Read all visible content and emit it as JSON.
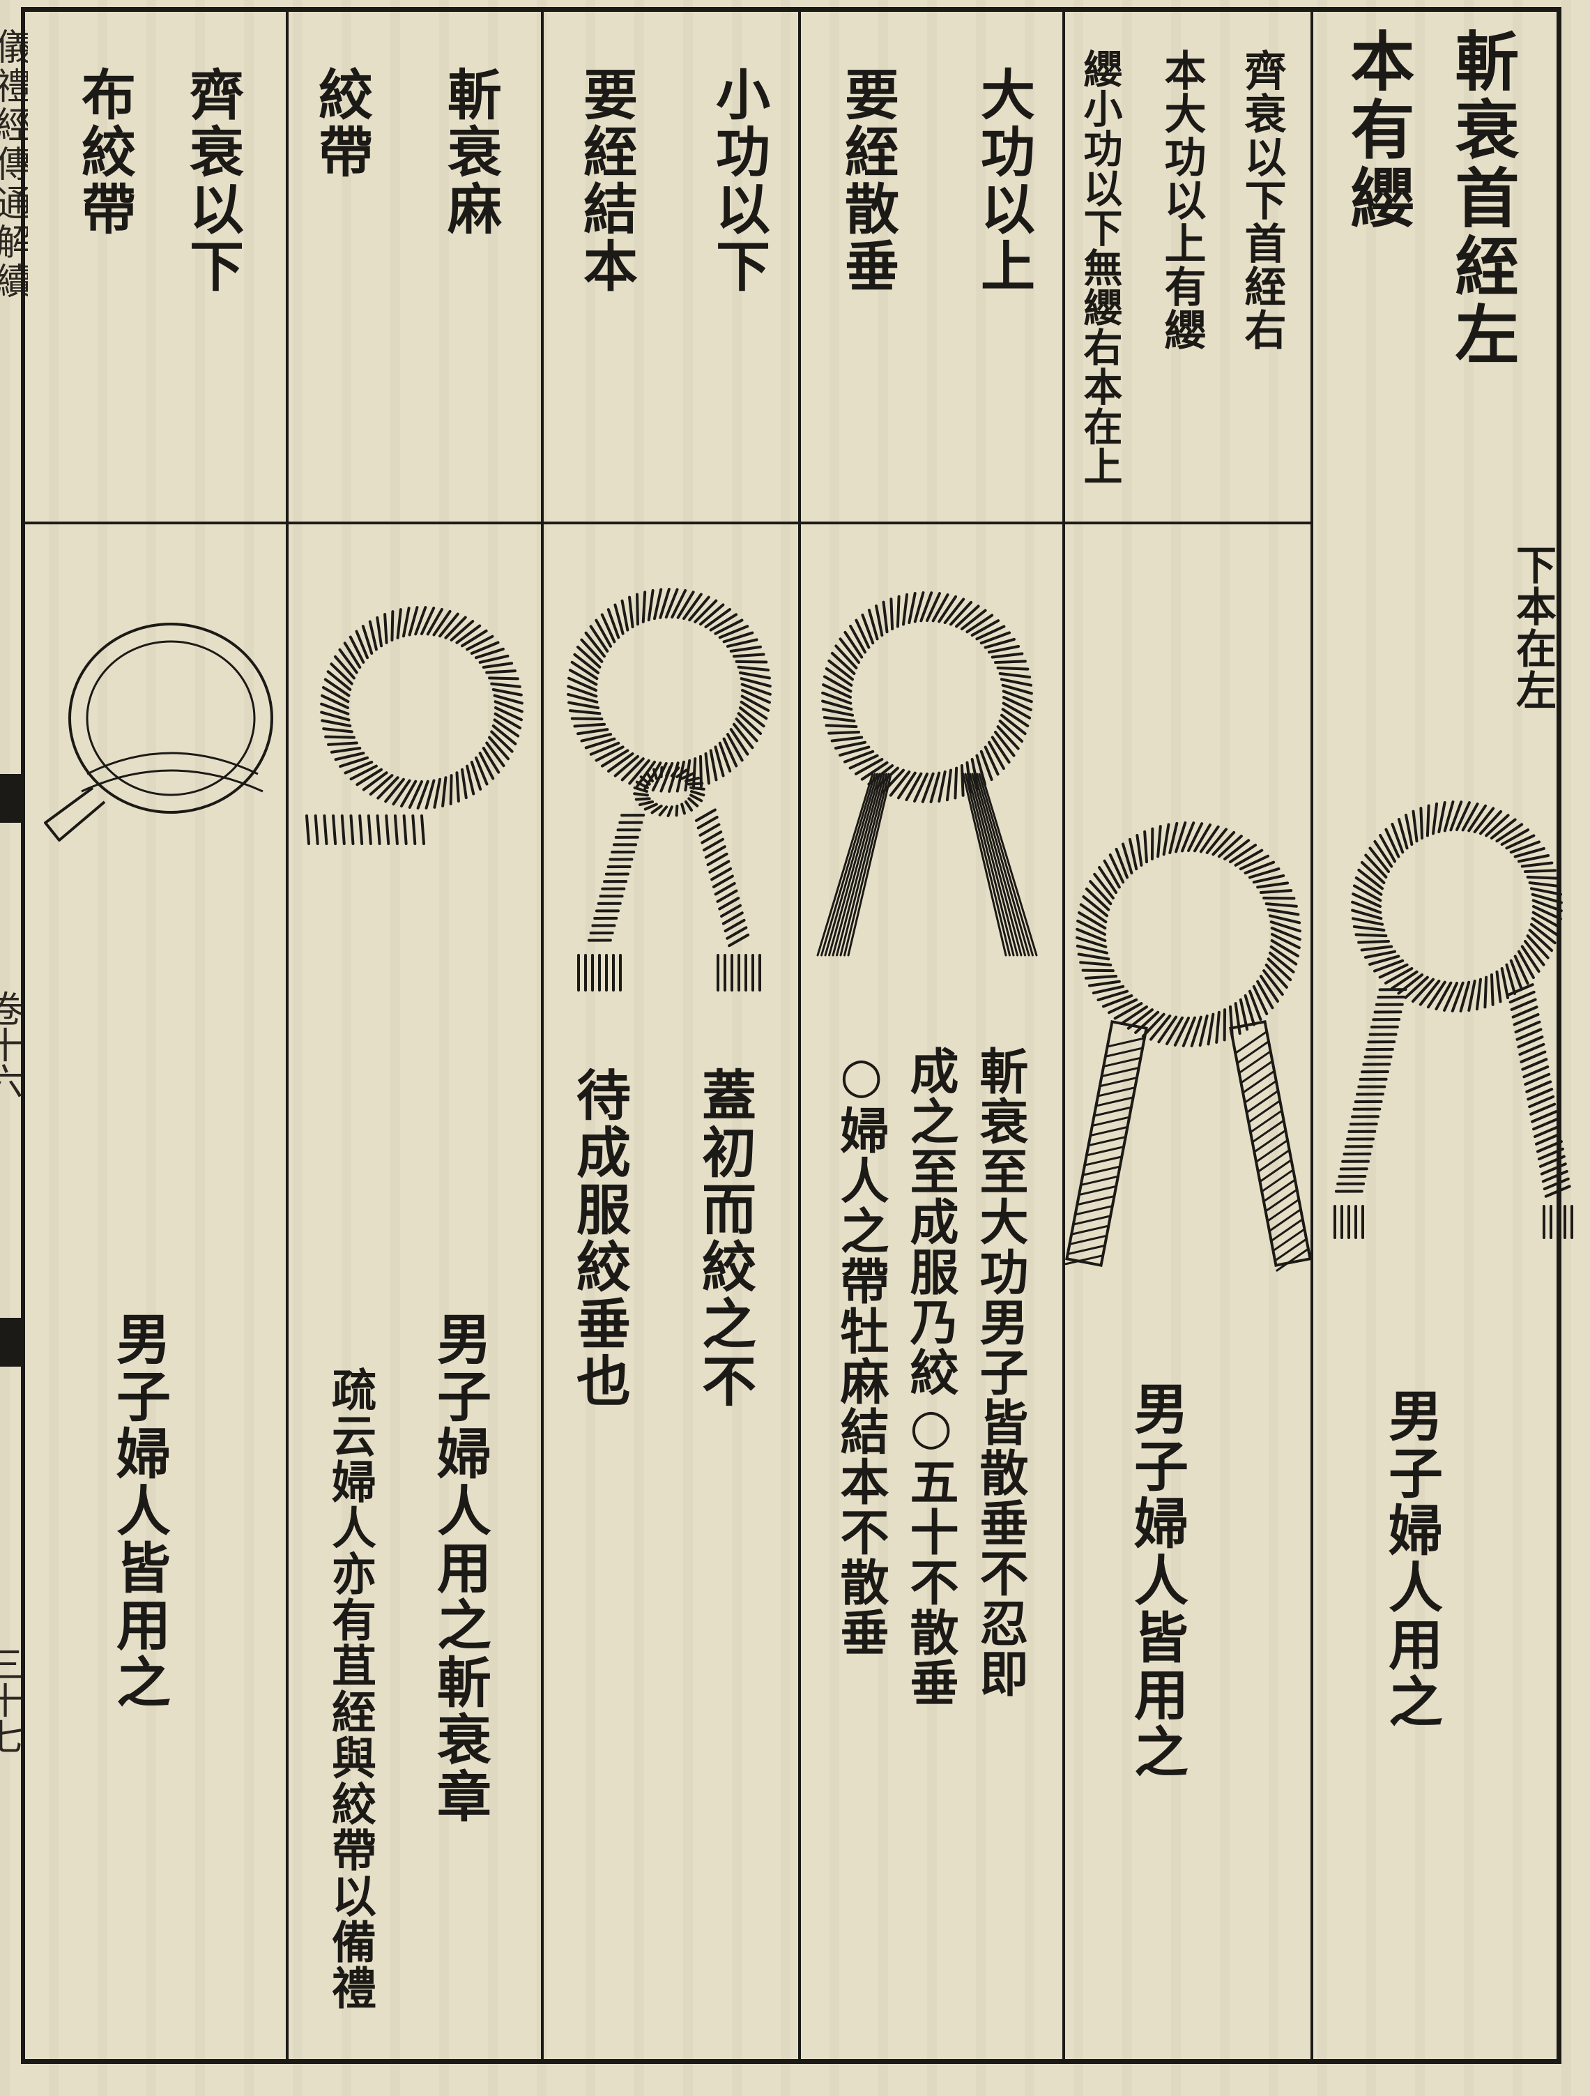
{
  "spine": {
    "book_title": "儀禮經傳通解續",
    "folio": "卷十六",
    "leaf": "三十七"
  },
  "header_cells": [
    {
      "id": "c1",
      "lines": [
        "斬衰首絰左",
        "本有纓"
      ]
    },
    {
      "id": "c2",
      "lines": [
        "齊衰以下首絰右",
        "本大功以上有纓",
        "纓小功以下無纓右本在上"
      ]
    },
    {
      "id": "c3",
      "lines": [
        "大功以上"
      ]
    },
    {
      "id": "c4",
      "lines": [
        "要絰散垂"
      ]
    },
    {
      "id": "c5",
      "lines": [
        "小功以下"
      ]
    },
    {
      "id": "c6",
      "lines": [
        "要絰結本"
      ]
    },
    {
      "id": "c7",
      "lines": [
        "斬衰麻"
      ]
    },
    {
      "id": "c8",
      "lines": [
        "絞帶"
      ]
    },
    {
      "id": "c9",
      "lines": [
        "齊衰以下",
        "布絞帶"
      ]
    }
  ],
  "diagrams": [
    {
      "id": "d1",
      "name": "shou-die-zuoben",
      "note": "下本在左",
      "caption": [
        "男子婦人用之"
      ]
    },
    {
      "id": "d2",
      "name": "shou-die-youben",
      "caption": [
        "男子婦人皆用之"
      ]
    },
    {
      "id": "d3",
      "name": "yao-die-sanchui",
      "caption": [
        "斬衰至大功男子皆散垂不忍即",
        "成之至成服乃絞○五十不散垂",
        "○婦人之帶牡麻結本不散垂"
      ]
    },
    {
      "id": "d4",
      "name": "yao-die-jieben",
      "caption": [
        "蓋初而絞之不",
        "待成服絞垂也"
      ]
    },
    {
      "id": "d5",
      "name": "jiao-dai-ma",
      "caption": [
        "男子婦人用之斬衰章",
        "疏云婦人亦有苴絰與絞帶以備禮"
      ]
    },
    {
      "id": "d6",
      "name": "bu-jiao-dai",
      "caption": [
        "男子婦人皆用之"
      ]
    }
  ]
}
